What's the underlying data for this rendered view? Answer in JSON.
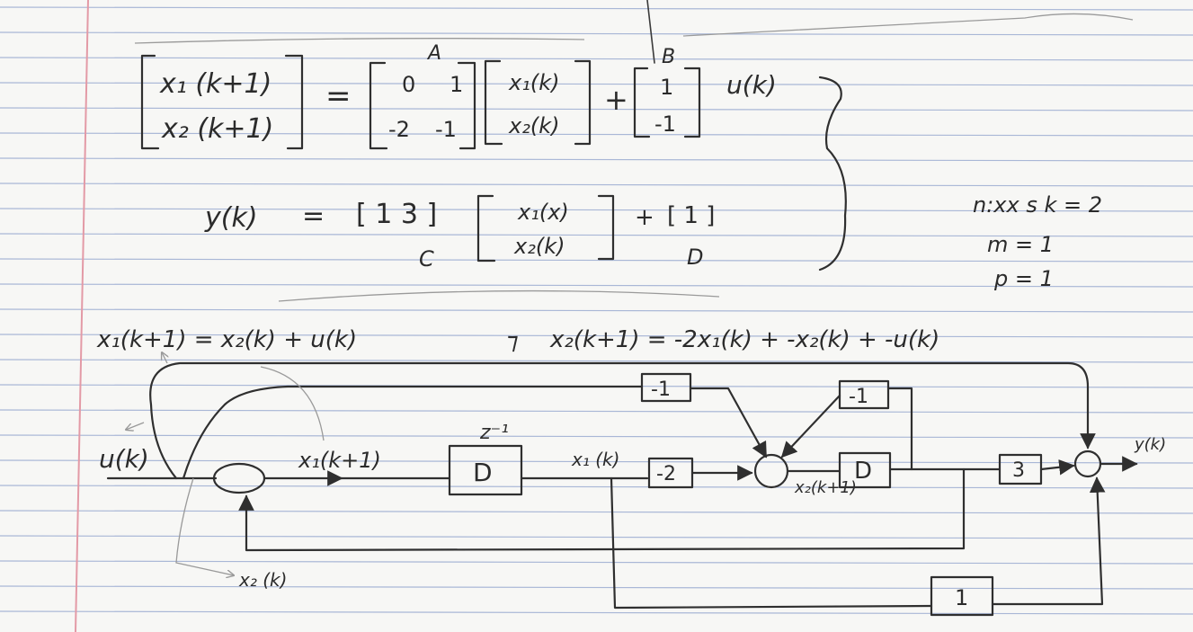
{
  "paper": {
    "rule_color": "#a9b7d6",
    "margin_color": "#e39aa6",
    "paper_color": "#f7f7f5",
    "ink_color": "#2f2f2f"
  },
  "state_eq": {
    "lhs_top": "x₁ (k+1)",
    "lhs_bottom": "x₂ (k+1)",
    "equals": "=",
    "A_label": "A",
    "A_r1c1": "0",
    "A_r1c2": "1",
    "A_r2c1": "-2",
    "A_r2c2": "-1",
    "x_top": "x₁(k)",
    "x_bottom": "x₂(k)",
    "plus": "+",
    "B_label": "B",
    "B_top": "1",
    "B_bottom": "-1",
    "input": "u(k)"
  },
  "output_eq": {
    "lhs": "y(k)",
    "equals": "=",
    "C_row": "[ 1   3 ]",
    "C_label": "C",
    "x_top": "x₁(x)",
    "x_bottom": "x₂(k)",
    "plus": "+",
    "D_val": "[ 1 ]",
    "D_label": "D"
  },
  "dims": {
    "n": "n:xx s k = 2",
    "m": "m = 1",
    "p": "p = 1"
  },
  "diagram_eq": {
    "eq1": "x₁(k+1) = x₂(k) + u(k)",
    "sep": "⁊",
    "eq2": "x₂(k+1) = -2x₁(k) + -x₂(k) + -u(k)"
  },
  "diagram": {
    "u": "u(k)",
    "x1k1": "x₁(k+1)",
    "z_inv": "z⁻¹",
    "delay1": "D",
    "x1k": "x₁ (k)",
    "gain_neg2": "-2",
    "gain_neg1_top": "-1",
    "gain_neg1_fb": "-1",
    "delay2": "D",
    "x2k1": "x₂(k+1)",
    "gain3": "3",
    "y": "y(k)",
    "gain1": "1",
    "x2k": "x₂ (k)"
  }
}
